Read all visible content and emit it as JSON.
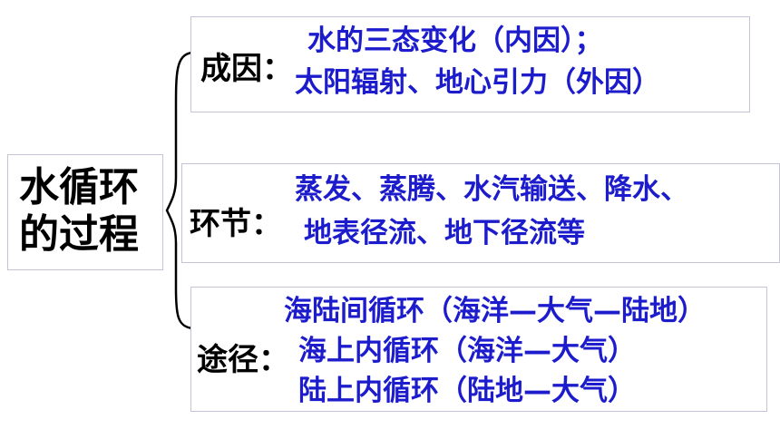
{
  "main_title": {
    "line1": "水循环",
    "line2": "的过程"
  },
  "cause": {
    "label": "成因：",
    "lines": [
      "水的三态变化（内因）；",
      "太阳辐射、地心引力（外因）"
    ]
  },
  "link": {
    "label": "环节：",
    "lines": [
      "蒸发、蒸腾、水汽输送、降水、",
      "地表径流、地下径流等"
    ]
  },
  "path": {
    "label": "途径：",
    "lines": [
      "海陆间循环（海洋—大气—陆地）",
      "海上内循环（海洋—大气）",
      "陆上内循环（陆地—大气）"
    ]
  },
  "colors": {
    "content_text": "#1c1ccc",
    "label_text": "#000000",
    "box_border": "#c4c4d8"
  }
}
